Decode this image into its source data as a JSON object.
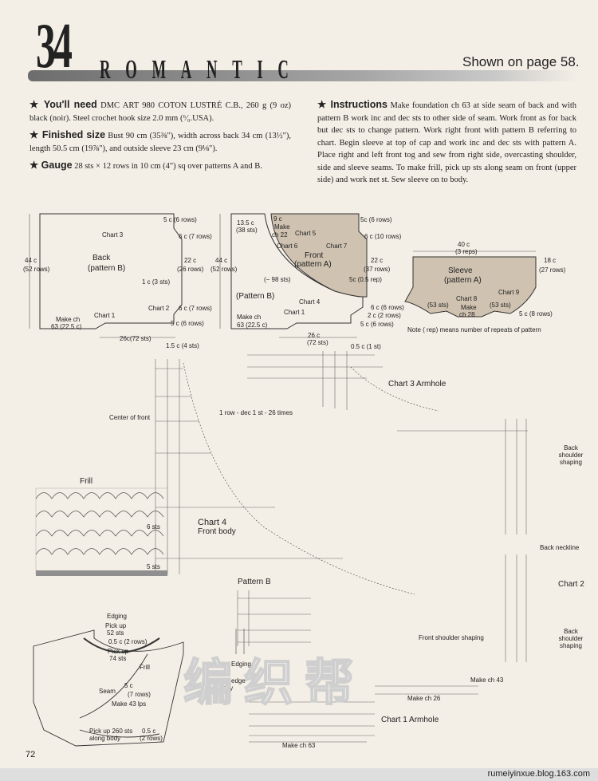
{
  "header": {
    "number": "34",
    "title": "ROMANTIC",
    "shown_on": "Shown on page 58."
  },
  "left_column": {
    "need_label": "★ You'll need",
    "need_text": "DMC ART 980 COTON LUSTRÉ C.B., 260 g (9 oz) black (noir). Steel crochet hook size 2.0 mm (⁶⁄₀.USA).",
    "size_label": "★ Finished size",
    "size_text": "Bust 90 cm (35⅜\"), width across back 34 cm (13½\"), length 50.5 cm (19⅞\"), and outside sleeve 23 cm (9⅛\").",
    "gauge_label": "★ Gauge",
    "gauge_text": "28 sts × 12 rows in 10 cm (4\") sq over patterns A and B."
  },
  "right_column": {
    "instr_label": "★ Instructions",
    "instr_text": "Make foundation ch 63 at side seam of back and with pattern B work inc and dec sts to other side of seam. Work front as for back but dec sts to change pattern. Work right front with pattern B referring to chart. Begin sleeve at top of cap and work inc and dec sts with pattern A. Place right and left front tog and sew from right side, overcasting shoulder, side and sleeve seams. To make frill, pick up sts along seam on front (upper side) and work net st. Sew sleeve on to body."
  },
  "schematic_back": {
    "chart3": "Chart 3",
    "back": "Back",
    "pattern": "(pattern B)",
    "r1": "5 c (6 rows)",
    "r2": "6 c (7 rows)",
    "r3": "22 c",
    "r3b": "(26 rows)",
    "r4": "1 c (3 sts)",
    "chart2": "Chart 2",
    "r5": "6 c (7 rows)",
    "r6": "5 c (6 rows)",
    "h": "44 c",
    "hb": "(52 rows)",
    "chart1": "Chart 1",
    "make": "Make ch",
    "make2": "63 (22.5 c)",
    "w": "26c(72 sts)",
    "w2": "1.5 c (4 sts)"
  },
  "schematic_front": {
    "a": "13.5 c",
    "a2": "(38 sts)",
    "b": "9 c",
    "mk": "Make",
    "mk2": "ch 22",
    "chart5": "Chart 5",
    "chart6": "Chart 6",
    "chart7": "Chart 7",
    "front": "Front",
    "pattern": "(pattern A)",
    "minus": "(− 98 sts)",
    "patb": "(Pattern B)",
    "chart4": "Chart 4",
    "chart1": "Chart 1",
    "make": "Make ch",
    "make2": "63 (22.5 c)",
    "r1": "5c (6 rows)",
    "r2": "6 c (10 rows)",
    "r3": "22 c",
    "r3b": "(37 rows)",
    "r4": "5c (0.5 rep)",
    "r5": "6 c (6 rows)",
    "r6": "2 c (2 rows)",
    "r7": "5 c (6 rows)",
    "h": "44 c",
    "hb": "(52 rows)",
    "w": "26 c",
    "w2": "(72 sts)",
    "w3": "0.5 c (1 st)"
  },
  "schematic_sleeve": {
    "top": "40 c",
    "top2": "(3 reps)",
    "sleeve": "Sleeve",
    "pattern": "(pattern A)",
    "r": "18 c",
    "r2": "(27 rows)",
    "chart8": "Chart 8",
    "chart9": "Chart 9",
    "l": "(53 sts)",
    "mk": "Make",
    "mk2": "ch 28",
    "rr": "(53 sts)",
    "rows": "5 c (8 rows)",
    "note": "Note   ( rep) means number of repeats of pattern"
  },
  "charts": {
    "chart3_title": "Chart 3 Armhole",
    "center_front": "Center of front",
    "one_row": "1 row - dec 1 st - 26 times",
    "chart4_title": "Chart 4",
    "chart4_sub": "Front body",
    "frill": "Frill",
    "pattern_b": "Pattern B",
    "edging": "Edging",
    "back_shoulder1": "Back shoulder shaping",
    "back_neckline": "Back neckline",
    "chart2": "Chart 2",
    "back_shoulder2": "Back shoulder shaping",
    "front_shoulder": "Front shoulder shaping",
    "lower_edge": "Lower edge of body",
    "make43": "Make ch 43",
    "make26": "Make ch 26",
    "chart1": "Chart 1 Armhole",
    "make63": "Make ch 63",
    "sts6": "6 sts",
    "sts5": "5 sts"
  },
  "assembly": {
    "edging": "Edging",
    "pick1": "Pick up",
    "pick1b": "52 sts",
    "c05": "0.5 c (2 rows)",
    "pick2": "Pick up",
    "pick2b": "74 sts",
    "frill": "Frill",
    "seam": "Seam",
    "c5": "5 c",
    "c5b": "(7 rows)",
    "make43": "Make 43 lps",
    "pick3": "Pick up 260 sts",
    "pick3b": "along body",
    "c05b": "0.5 c",
    "c05c": "(2 rows)"
  },
  "footer": {
    "page": "72",
    "watermark": "编织帮",
    "source": "rumeiyinxue.blog.163.com"
  }
}
